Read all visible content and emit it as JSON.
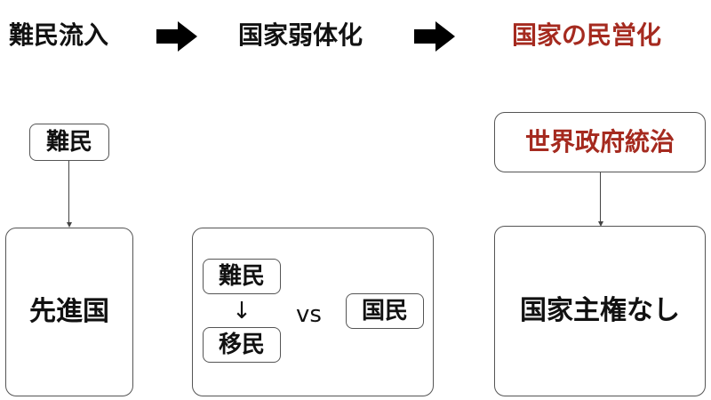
{
  "headings": {
    "step1": "難民流入",
    "step2": "国家弱体化",
    "step3": "国家の民営化"
  },
  "colors": {
    "accent": "#a52a1f",
    "text": "#111111",
    "border": "#555555"
  },
  "column1": {
    "top_box": "難民",
    "bottom_box": "先進国"
  },
  "column2": {
    "refugee_box": "難民",
    "down_arrow": "↓",
    "immigrant_box": "移民",
    "versus": "vs",
    "citizen_box": "国民"
  },
  "column3": {
    "top_box": "世界政府統治",
    "bottom_box": "国家主権なし"
  }
}
